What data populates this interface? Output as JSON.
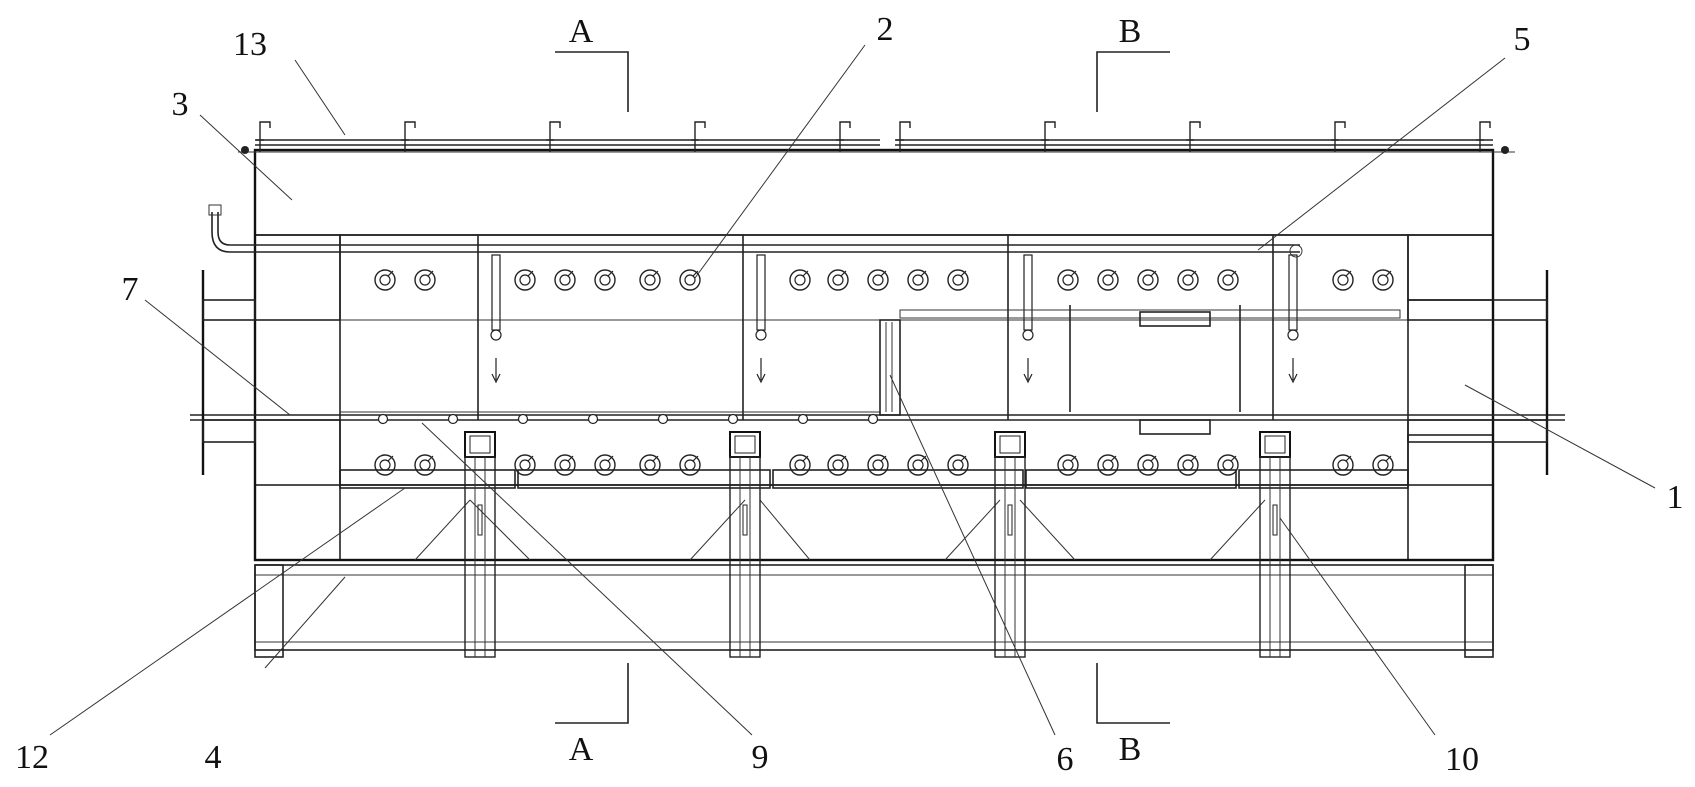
{
  "section_marks": {
    "a_top": "A",
    "b_top": "B",
    "a_bottom": "A",
    "b_bottom": "B"
  },
  "callouts": {
    "c1": "1",
    "c2": "2",
    "c3": "3",
    "c4": "4",
    "c5": "5",
    "c6": "6",
    "c7": "7",
    "c9": "9",
    "c10": "10",
    "c12": "12",
    "c13": "13"
  },
  "colors": {
    "line": "#222222",
    "background": "#ffffff",
    "hatch": "#333333"
  }
}
